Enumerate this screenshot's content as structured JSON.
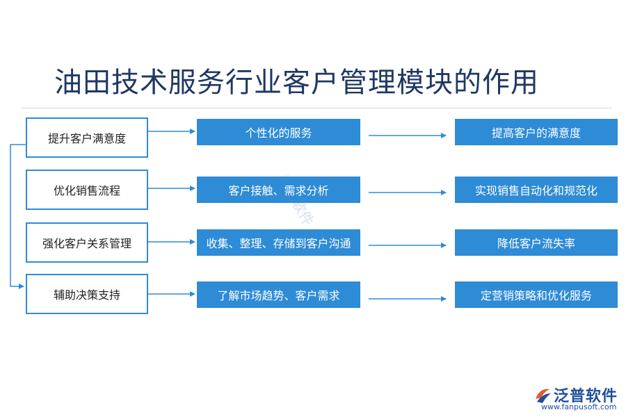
{
  "title": "油田技术服务行业客户管理模块的作用",
  "rows": [
    {
      "label": "提升客户满意度",
      "action": "个性化的服务",
      "result": "提高客户的满意度"
    },
    {
      "label": "优化销售流程",
      "action": "客户接触、需求分析",
      "result": "实现销售自动化和规范化"
    },
    {
      "label": "强化客户关系管理",
      "action": "收集、整理、存储到客户沟通",
      "result": "降低客户流失率"
    },
    {
      "label": "辅助决策支持",
      "action": "了解市场趋势、客户需求",
      "result": "定营销策略和优化服务"
    }
  ],
  "watermark": "泛普软件",
  "brand": {
    "name": "泛普软件",
    "url": "www.fanpusoft.com",
    "logo_icon": "fanpu-logo-icon"
  },
  "colors": {
    "accent": "#2e8bd6",
    "title": "#1f3864"
  }
}
